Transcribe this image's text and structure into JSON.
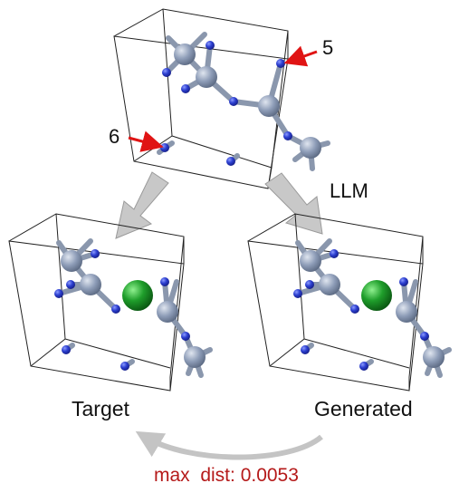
{
  "labels": {
    "target": "Target",
    "generated": "Generated",
    "llm": "LLM",
    "site_5": "5",
    "site_6": "6",
    "max_dist": "max  dist: 0.0053"
  },
  "colors": {
    "atom_grey": "#8e9db8",
    "atom_blue": "#2c3fd0",
    "atom_green": "#1f9e2b",
    "bond_grey": "#8a97ad",
    "box_line": "#222222",
    "flow_arrow": "#c4c4c4",
    "pointer_arrow": "#e01414",
    "dist_text": "#b51a1a"
  },
  "panels": [
    "top-structure",
    "target-structure",
    "generated-structure"
  ]
}
